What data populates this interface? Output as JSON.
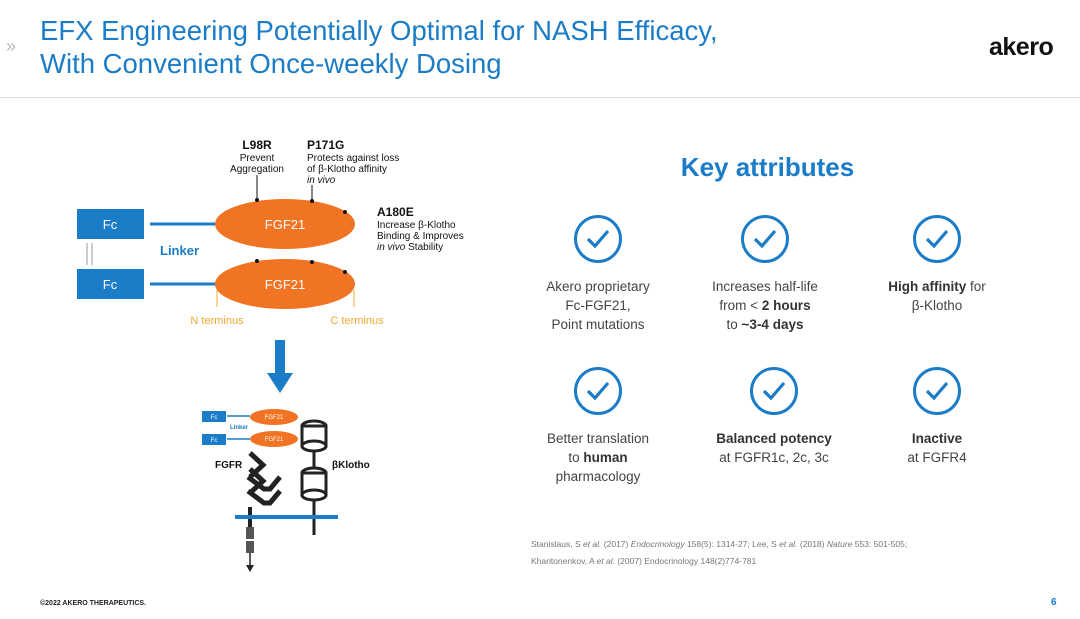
{
  "header": {
    "chevron": "»",
    "title_line1": "EFX Engineering Potentially Optimal for NASH Efficacy,",
    "title_line2": "With Convenient Once-weekly Dosing",
    "logo_text": "akero"
  },
  "diagram": {
    "fc_label": "Fc",
    "linker_label": "Linker",
    "fgf21_label": "FGF21",
    "n_terminus": "N terminus",
    "c_terminus": "C terminus",
    "mutation_l98r_title": "L98R",
    "mutation_l98r_line1": "Prevent",
    "mutation_l98r_line2": "Aggregation",
    "mutation_p171g_title": "P171G",
    "mutation_p171g_line1": "Protects against loss",
    "mutation_p171g_line2": "of β-Klotho affinity",
    "mutation_p171g_line3": "in vivo",
    "mutation_a180e_title": "A180E",
    "mutation_a180e_line1": "Increase β-Klotho",
    "mutation_a180e_line2": "Binding & Improves",
    "mutation_a180e_line3a": "in vivo",
    "mutation_a180e_line3b": " Stability",
    "small_fc": "Fc",
    "small_linker": "Linker",
    "small_fgf21": "FGF21",
    "fgfr_label": "FGFR",
    "bklotho_label": "βKlotho"
  },
  "key_attributes": {
    "title": "Key attributes",
    "items": [
      {
        "l1": "Akero proprietary",
        "l2": "Fc-FGF21,",
        "l3": "Point mutations"
      },
      {
        "l1": "Increases half-life",
        "l2a": "from < ",
        "l2b": "2 hours",
        "l3a": "to ",
        "l3b": "~3-4 days"
      },
      {
        "l1a": "High affinity",
        "l1b": " for",
        "l2": "β-Klotho"
      },
      {
        "l1": "Better translation",
        "l2a": "to ",
        "l2b": "human",
        "l3": "pharmacology"
      },
      {
        "l1": "Balanced potency",
        "l2": "at FGFR1c, 2c, 3c"
      },
      {
        "l1": "Inactive",
        "l2": "at FGFR4"
      }
    ]
  },
  "references": {
    "r1a": "Stanislaus, S ",
    "r1b": "et al.",
    "r1c": " (2017) ",
    "r1d": "Endocrinology",
    "r1e": " 158(5): 1314-27; Lee, S ",
    "r1f": "et al.",
    "r1g": " (2018) ",
    "r1h": "Nature",
    "r1i": " 553: 501-505;",
    "r2a": "Kharitonenkov, A ",
    "r2b": "et al.",
    "r2c": " (2007) Endocrinology 148(2)774-781"
  },
  "footer": {
    "copyright": "©2022 AKERO THERAPEUTICS.",
    "page_number": "6"
  },
  "colors": {
    "brand_blue": "#1b7cc7",
    "fgf21_orange": "#f07424",
    "fc_blue": "#1b7cc7"
  }
}
